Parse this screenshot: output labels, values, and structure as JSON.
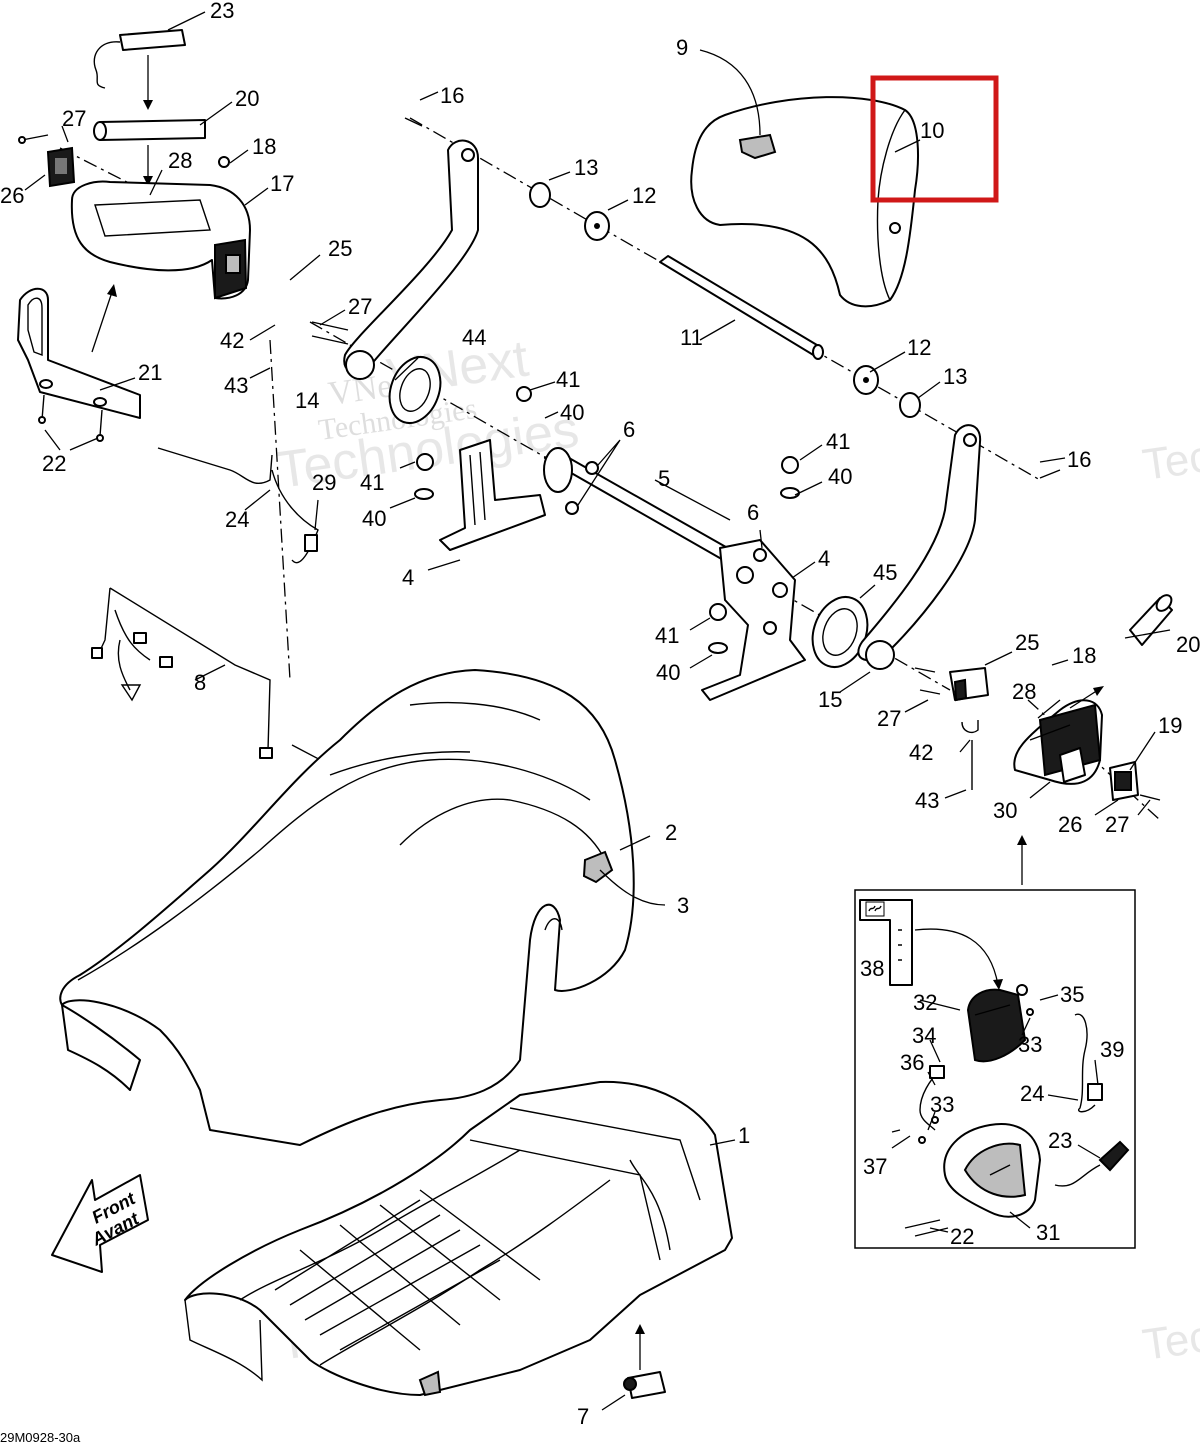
{
  "figure": {
    "reference": "29M0928-30a",
    "highlight_color": "#d01818",
    "highlighted_callout": "10"
  },
  "direction_sign": {
    "line1": "Front",
    "line2": "Avant"
  },
  "watermarks": [
    {
      "line1": "VNext",
      "line2": "Technologies"
    }
  ],
  "callouts": [
    {
      "id": "c1",
      "label": "1"
    },
    {
      "id": "c2",
      "label": "2"
    },
    {
      "id": "c3",
      "label": "3"
    },
    {
      "id": "c4a",
      "label": "4"
    },
    {
      "id": "c4b",
      "label": "4"
    },
    {
      "id": "c5",
      "label": "5"
    },
    {
      "id": "c6a",
      "label": "6"
    },
    {
      "id": "c6b",
      "label": "6"
    },
    {
      "id": "c7",
      "label": "7"
    },
    {
      "id": "c8",
      "label": "8"
    },
    {
      "id": "c9",
      "label": "9"
    },
    {
      "id": "c10",
      "label": "10"
    },
    {
      "id": "c11",
      "label": "11"
    },
    {
      "id": "c12a",
      "label": "12"
    },
    {
      "id": "c12b",
      "label": "12"
    },
    {
      "id": "c13a",
      "label": "13"
    },
    {
      "id": "c13b",
      "label": "13"
    },
    {
      "id": "c14",
      "label": "14"
    },
    {
      "id": "c15",
      "label": "15"
    },
    {
      "id": "c16a",
      "label": "16"
    },
    {
      "id": "c16b",
      "label": "16"
    },
    {
      "id": "c17",
      "label": "17"
    },
    {
      "id": "c18a",
      "label": "18"
    },
    {
      "id": "c18b",
      "label": "18"
    },
    {
      "id": "c19",
      "label": "19"
    },
    {
      "id": "c20a",
      "label": "20"
    },
    {
      "id": "c20b",
      "label": "20"
    },
    {
      "id": "c21",
      "label": "21"
    },
    {
      "id": "c22a",
      "label": "22"
    },
    {
      "id": "c22b",
      "label": "22"
    },
    {
      "id": "c23a",
      "label": "23"
    },
    {
      "id": "c23b",
      "label": "23"
    },
    {
      "id": "c24a",
      "label": "24"
    },
    {
      "id": "c24b",
      "label": "24"
    },
    {
      "id": "c25a",
      "label": "25"
    },
    {
      "id": "c25b",
      "label": "25"
    },
    {
      "id": "c26a",
      "label": "26"
    },
    {
      "id": "c26b",
      "label": "26"
    },
    {
      "id": "c27a",
      "label": "27"
    },
    {
      "id": "c27b",
      "label": "27"
    },
    {
      "id": "c27c",
      "label": "27"
    },
    {
      "id": "c27d",
      "label": "27"
    },
    {
      "id": "c28a",
      "label": "28"
    },
    {
      "id": "c28b",
      "label": "28"
    },
    {
      "id": "c29",
      "label": "29"
    },
    {
      "id": "c30",
      "label": "30"
    },
    {
      "id": "c31",
      "label": "31"
    },
    {
      "id": "c32",
      "label": "32"
    },
    {
      "id": "c33a",
      "label": "33"
    },
    {
      "id": "c33b",
      "label": "33"
    },
    {
      "id": "c34",
      "label": "34"
    },
    {
      "id": "c35",
      "label": "35"
    },
    {
      "id": "c36",
      "label": "36"
    },
    {
      "id": "c37",
      "label": "37"
    },
    {
      "id": "c38",
      "label": "38"
    },
    {
      "id": "c39",
      "label": "39"
    },
    {
      "id": "c40a",
      "label": "40"
    },
    {
      "id": "c40b",
      "label": "40"
    },
    {
      "id": "c40c",
      "label": "40"
    },
    {
      "id": "c40d",
      "label": "40"
    },
    {
      "id": "c41a",
      "label": "41"
    },
    {
      "id": "c41b",
      "label": "41"
    },
    {
      "id": "c41c",
      "label": "41"
    },
    {
      "id": "c41d",
      "label": "41"
    },
    {
      "id": "c42a",
      "label": "42"
    },
    {
      "id": "c42b",
      "label": "42"
    },
    {
      "id": "c43a",
      "label": "43"
    },
    {
      "id": "c43b",
      "label": "43"
    },
    {
      "id": "c44",
      "label": "44"
    },
    {
      "id": "c45",
      "label": "45"
    }
  ]
}
